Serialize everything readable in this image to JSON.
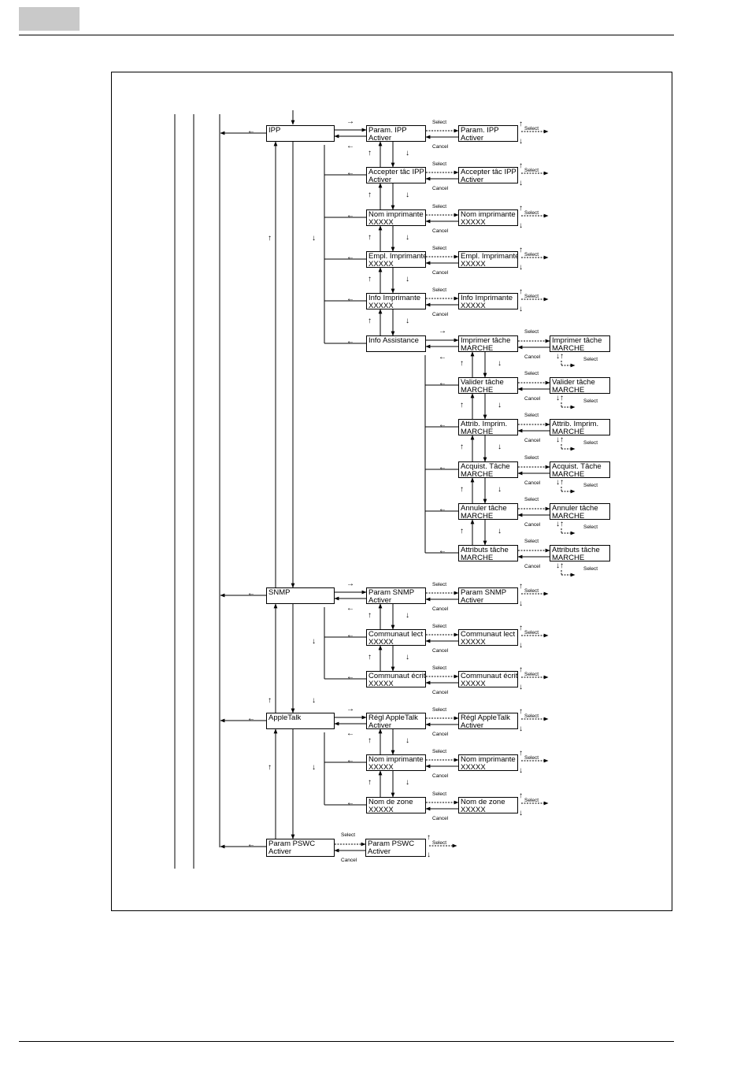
{
  "labels": {
    "select": "Select",
    "cancel": "Cancel"
  },
  "glyphs": {
    "left": "←",
    "right": "→",
    "up": "↑",
    "down": "↓",
    "updown": "↓↑"
  },
  "main_menu": {
    "ipp": "IPP",
    "snmp": "SNMP",
    "appletalk": "AppleTalk",
    "pswc": {
      "line1": "Param PSWC",
      "line2": "Activer"
    }
  },
  "ipp": {
    "items": [
      {
        "line1": "Param. IPP",
        "line2": "Activer",
        "opt1": "Param. IPP",
        "opt2": "Activer"
      },
      {
        "line1": "Accepter tâc IPP",
        "line2": "Activer",
        "opt1": "Accepter tâc IPP",
        "opt2": "Activer"
      },
      {
        "line1": "Nom imprimante",
        "line2": "XXXXX",
        "opt1": "Nom imprimante",
        "opt2": "XXXXX"
      },
      {
        "line1": "Empl. Imprimante",
        "line2": "XXXXX",
        "opt1": "Empl. Imprimante",
        "opt2": "XXXXX"
      },
      {
        "line1": "Info Imprimante",
        "line2": "XXXXX",
        "opt1": "Info Imprimante",
        "opt2": "XXXXX"
      }
    ],
    "assistance": "Info Assistance",
    "assistance_items": [
      {
        "line1": "Imprimer tâche",
        "line2": "MARCHE"
      },
      {
        "line1": "Valider tâche",
        "line2": "MARCHE"
      },
      {
        "line1": "Attrib. Imprim.",
        "line2": "MARCHE"
      },
      {
        "line1": "Acquist. Tâche",
        "line2": "MARCHE"
      },
      {
        "line1": "Annuler tâche",
        "line2": "MARCHE"
      },
      {
        "line1": "Attributs tâche",
        "line2": "MARCHE"
      }
    ]
  },
  "snmp": {
    "items": [
      {
        "line1": "Param SNMP",
        "line2": "Activer",
        "opt1": "Param SNMP",
        "opt2": "Activer"
      },
      {
        "line1": "Communaut lect",
        "line2": "XXXXX",
        "opt1": "Communaut lect",
        "opt2": "XXXXX"
      },
      {
        "line1": "Communaut écrit",
        "line2": "XXXXX",
        "opt1": "Communaut écrit",
        "opt2": "XXXXX"
      }
    ]
  },
  "appletalk": {
    "items": [
      {
        "line1": "Régl AppleTalk",
        "line2": "Activer",
        "opt1": "Régl AppleTalk",
        "opt2": "Activer"
      },
      {
        "line1": "Nom imprimante",
        "line2": "XXXXX",
        "opt1": "Nom imprimante",
        "opt2": "XXXXX"
      },
      {
        "line1": "Nom de zone",
        "line2": "XXXXX",
        "opt1": "Nom de zone",
        "opt2": "XXXXX"
      }
    ]
  },
  "pswc": {
    "option": {
      "line1": "Param PSWC",
      "line2": "Activer"
    }
  }
}
